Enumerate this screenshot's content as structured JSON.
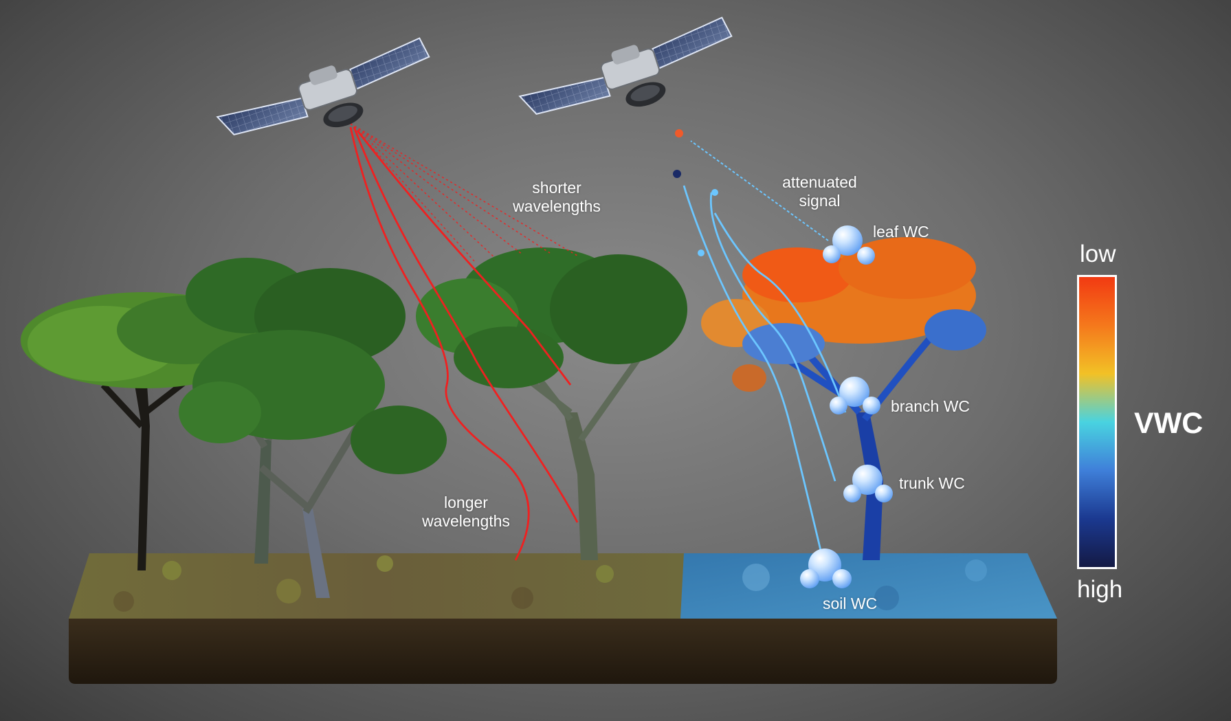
{
  "labels": {
    "shorter": "shorter\nwavelengths",
    "longer": "longer\nwavelengths",
    "attenuated": "attenuated\nsignal",
    "leaf": "leaf WC",
    "branch": "branch WC",
    "trunk": "trunk WC",
    "soil": "soil WC"
  },
  "scale": {
    "title": "VWC",
    "low": "low",
    "high": "high",
    "colors": [
      "#f23a12",
      "#f5781c",
      "#f2c126",
      "#49d3e0",
      "#3f7fd9",
      "#1b3990",
      "#141a45"
    ]
  },
  "colors": {
    "signal_red": "#f02020",
    "signal_blue": "#6cc6ff",
    "soil_wet": "#3f86b8",
    "soil_dry": "#6b6a3a",
    "foliage_green": "#3f7a2e",
    "foliage_orange": "#e8771c",
    "trunk_blue": "#1a3fa6"
  },
  "icons": [
    "satellite-icon",
    "water-droplet-icon"
  ]
}
